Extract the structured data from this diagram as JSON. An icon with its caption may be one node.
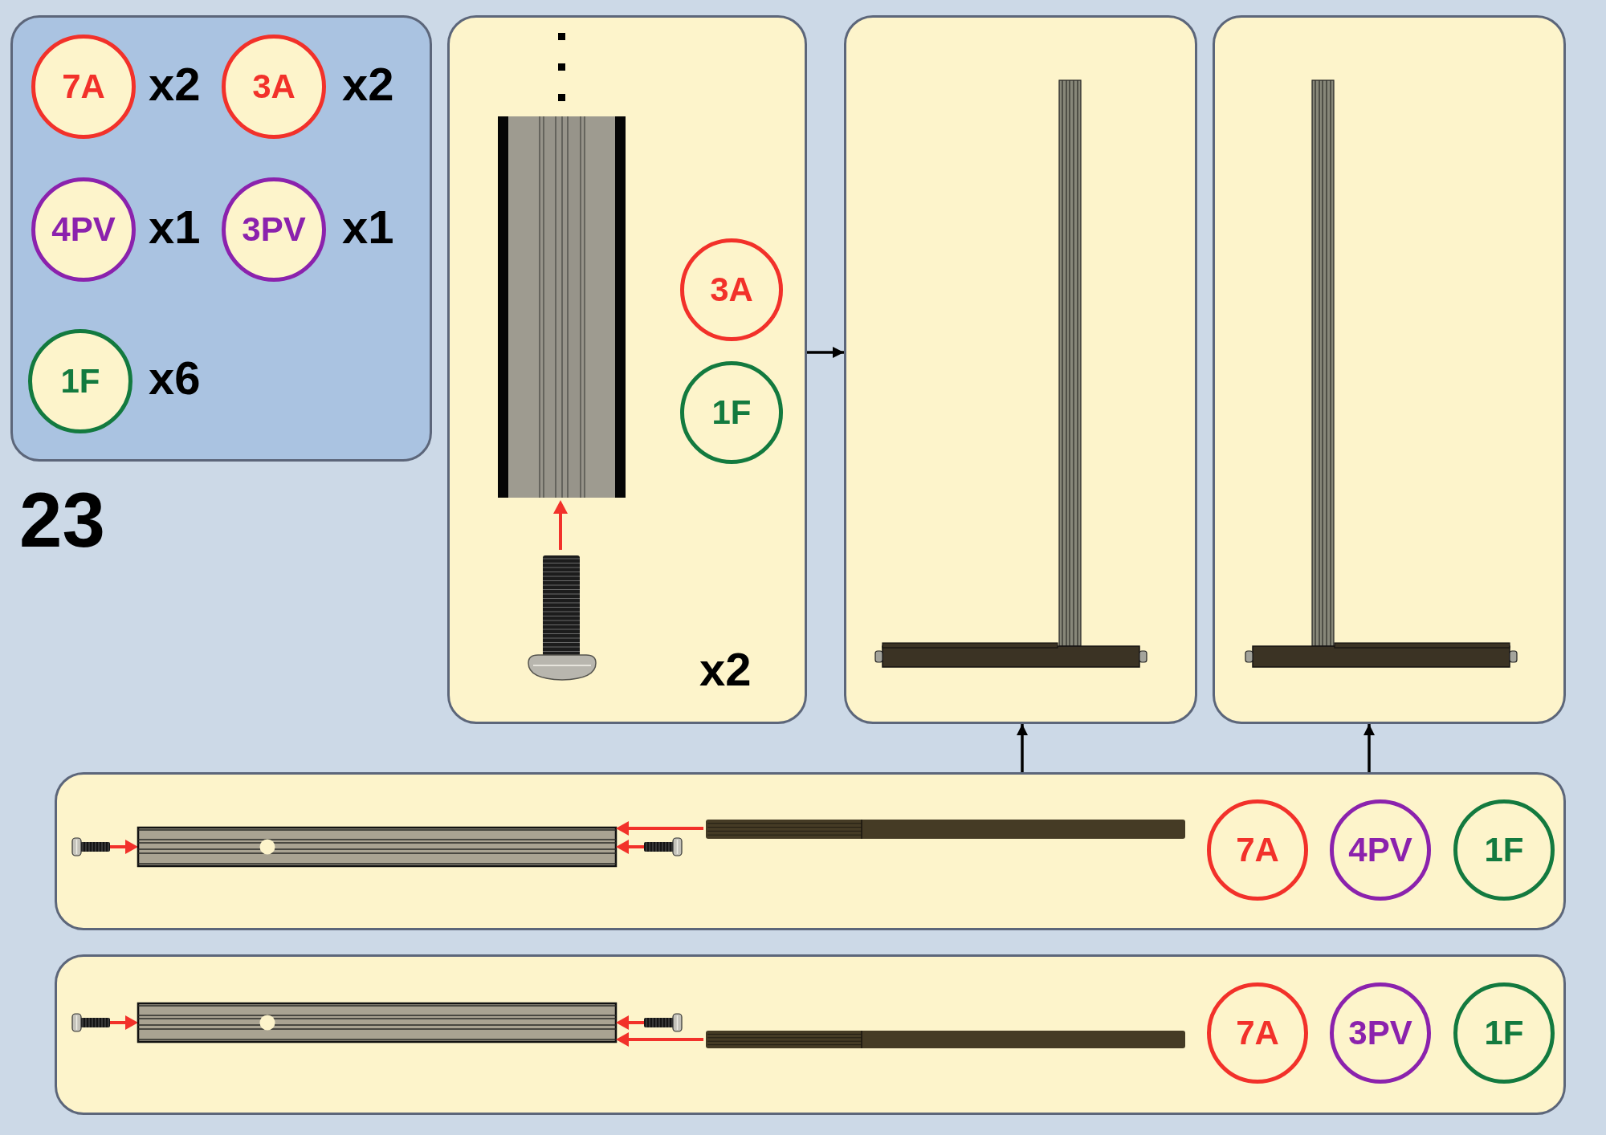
{
  "diagram": {
    "nodes": [
      {
        "text": [],
        "shape": "box"
      },
      {
        "text": [
          "7A"
        ],
        "in": 0,
        "beside": [
          "x2"
        ]
      },
      {
        "text": [
          "3A"
        ],
        "in": 0,
        "beside": [
          "x2"
        ]
      },
      {
        "text": [
          "4PV"
        ],
        "in": 0,
        "beside": [
          "x1"
        ]
      },
      {
        "text": [
          "3PV"
        ],
        "in": 0,
        "beside": [
          "x1"
        ]
      },
      {
        "text": [
          "1F"
        ],
        "in": 0,
        "beside": [
          "x6"
        ]
      },
      {
        "text": [
          "x2"
        ]
      },
      {
        "text": [
          "3A"
        ],
        "in": 6
      },
      {
        "text": [
          "1F"
        ],
        "in": 6
      },
      {
        "text": [],
        "shape": "box"
      },
      {
        "text": [],
        "shape": "box"
      },
      {
        "text": [],
        "shape": "box"
      },
      {
        "text": [
          "7A"
        ],
        "in": 11
      },
      {
        "text": [
          "4PV"
        ],
        "in": 11
      },
      {
        "text": [
          "1F"
        ],
        "in": 11
      },
      {
        "text": [],
        "shape": "box"
      },
      {
        "text": [
          "7A"
        ],
        "in": 15
      },
      {
        "text": [
          "3PV"
        ],
        "in": 15
      },
      {
        "text": [
          "1F"
        ],
        "in": 15
      }
    ],
    "edges": [
      {
        "from": 6,
        "to": 9,
        "arrow": "to"
      },
      {
        "from": 11,
        "to": 9,
        "arrow": "to"
      },
      {
        "from": 11,
        "to": 10,
        "arrow": "to"
      }
    ],
    "labels": [
      "23"
    ]
  }
}
